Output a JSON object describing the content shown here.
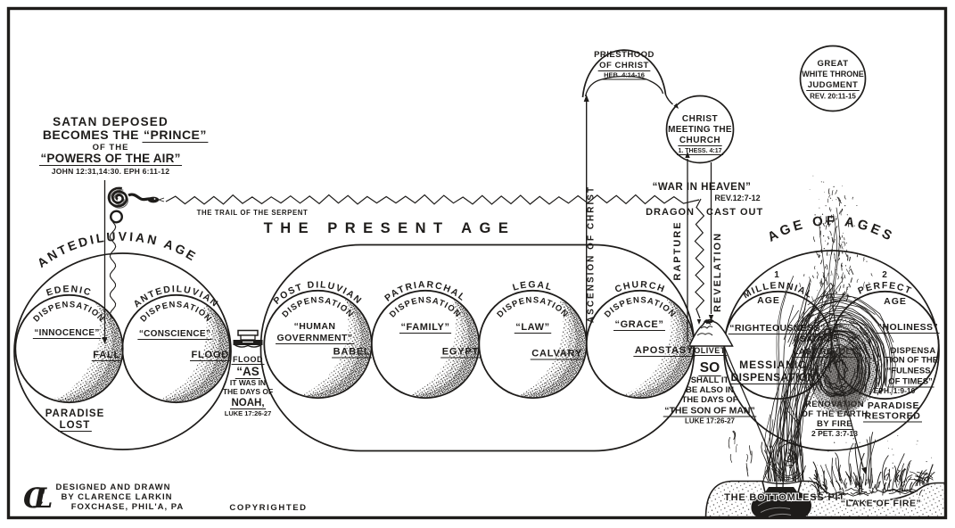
{
  "colors": {
    "ink": "#1e1c1a",
    "paper": "#ffffff"
  },
  "satan_block": {
    "l1": "SATAN DEPOSED",
    "l2a": "BECOMES THE",
    "l2b": "“PRINCE”",
    "l3": "OF THE",
    "l4": "“POWERS OF THE AIR”",
    "ref": "JOHN 12:31,14:30. EPH 6:11-12"
  },
  "serpent": {
    "trail_label": "THE TRAIL OF THE SERPENT"
  },
  "ages": {
    "antediluvian": "ANTEDILUVIAN AGE",
    "present": "THE PRESENT AGE",
    "age_of_ages": "AGE OF AGES"
  },
  "dispensations": [
    {
      "arc1": "EDENIC",
      "arc2": "DISPENSATION",
      "name": "“INNOCENCE”",
      "event": "FALL"
    },
    {
      "arc1": "ANTEDILUVIAN",
      "arc2": "DISPENSATION",
      "name": "“CONSCIENCE”",
      "event": "FLOOD"
    },
    {
      "arc1": "POST DILUVIAN",
      "arc2": "DISPENSATION",
      "name1": "“HUMAN",
      "name2": "GOVERNMENT”",
      "event": "BABEL"
    },
    {
      "arc1": "PATRIARCHAL",
      "arc2": "DISPENSATION",
      "name": "“FAMILY”",
      "event": "EGYPT"
    },
    {
      "arc1": "LEGAL",
      "arc2": "DISPENSATION",
      "name": "“LAW”",
      "event": "CALVARY"
    },
    {
      "arc1": "CHURCH",
      "arc2": "DISPENSATION",
      "name": "“GRACE”",
      "event": "APOSTASY"
    }
  ],
  "paradise_lost": {
    "l1": "PARADISE",
    "l2": "LOST"
  },
  "flood_block": {
    "label": "FLOOD",
    "l1": "“AS",
    "l2": "IT WAS IN",
    "l3": "THE DAYS OF",
    "l4": "NOAH,",
    "ref": "LUKE 17:26-27"
  },
  "olivet_block": {
    "label": "OLIVET",
    "l1": "SO",
    "l2": "SHALL IT",
    "l3": "BE ALSO IN",
    "l4": "THE DAYS OF",
    "l5": "“THE SON OF MAN”",
    "ref": "LUKE 17:26-27"
  },
  "verticals": {
    "ascension": "ASCENSION OF CHRIST",
    "rapture": "RAPTURE",
    "revelation": "REVELATION"
  },
  "priesthood": {
    "l1": "PRIESTHOOD",
    "l2": "OF CHRIST",
    "ref": "HEB. 4:14-16"
  },
  "meeting": {
    "l1": "CHRIST",
    "l2": "MEETING THE",
    "l3": "CHURCH",
    "ref": "1. THESS. 4:17"
  },
  "war": {
    "l1": "“WAR IN HEAVEN”",
    "ref": "REV.12:7-12",
    "dragon": "DRAGON",
    "cast": "CAST OUT"
  },
  "gwt": {
    "l1": "GREAT",
    "l2": "WHITE THRONE",
    "l3": "JUDGMENT",
    "ref": "REV. 20:11-15"
  },
  "millennial": {
    "num": "1",
    "arc": "MILLENNIAL",
    "age": "AGE",
    "name": "“RIGHTEOUSNESS”",
    "l1": "MESSIANIC",
    "l2": "DISPENSATION",
    "satans": "SATAN'S",
    "revolt": "LAST REVOLT"
  },
  "perfect": {
    "num": "2",
    "arc": "PERFECT",
    "age": "AGE",
    "name": "“HOLINESS”",
    "d1": "DISPENSA",
    "d2": "TION OF THE",
    "d3": "“FULNESS",
    "d4": "OF TIMES”",
    "ref": "EPH. 1:9-10"
  },
  "renovation": {
    "l1": "RENOVATION",
    "l2": "OF THE EARTH",
    "l3": "BY FIRE",
    "ref": "2 PET. 3:7-13"
  },
  "paradise_restored": {
    "l1": "PARADISE",
    "l2": "RESTORED"
  },
  "pit": {
    "label": "THE BOTTOMLESS PIT",
    "lake": "“LAKE OF FIRE”"
  },
  "credits": {
    "monogram": "CL",
    "l1": "DESIGNED AND DRAWN",
    "l2": "BY CLARENCE LARKIN",
    "l3": "FOXCHASE, PHIL'A, PA",
    "copyright": "COPYRIGHTED"
  }
}
